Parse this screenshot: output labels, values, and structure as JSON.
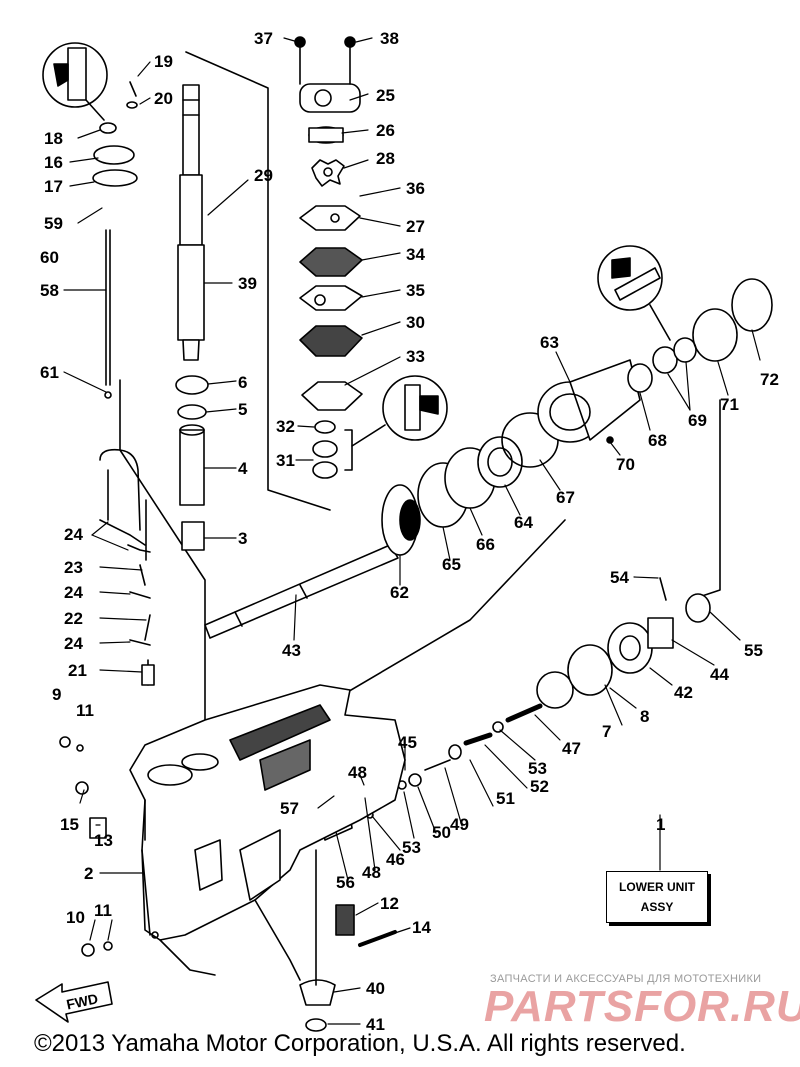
{
  "callouts": [
    "37",
    "38",
    "19",
    "20",
    "25",
    "26",
    "18",
    "16",
    "17",
    "28",
    "29",
    "36",
    "27",
    "59",
    "60",
    "34",
    "39",
    "58",
    "35",
    "30",
    "63",
    "72",
    "33",
    "61",
    "6",
    "5",
    "32",
    "31",
    "4",
    "68",
    "69",
    "71",
    "70",
    "67",
    "64",
    "66",
    "24",
    "3",
    "65",
    "62",
    "23",
    "54",
    "24",
    "22",
    "43",
    "55",
    "24",
    "44",
    "42",
    "21",
    "9",
    "11",
    "8",
    "7",
    "47",
    "45",
    "53",
    "52",
    "48",
    "57",
    "51",
    "15",
    "13",
    "50",
    "49",
    "53",
    "46",
    "48",
    "56",
    "1",
    "2",
    "12",
    "10",
    "11",
    "14",
    "40",
    "41"
  ],
  "assy_label_line1": "LOWER UNIT",
  "assy_label_line2": "ASSY",
  "fwd_label": "FWD",
  "watermark_small": "ЗАПЧАСТИ И АКСЕССУАРЫ ДЛЯ МОТОТЕХНИКИ",
  "watermark_brand": "PARTSFOR.RU",
  "copyright": "©2013 Yamaha Motor Corporation, U.S.A. All rights reserved."
}
